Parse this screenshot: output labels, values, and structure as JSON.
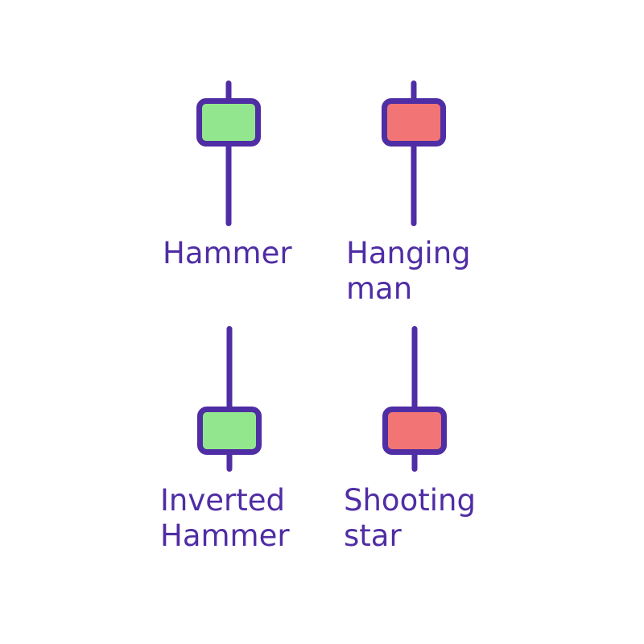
{
  "page": {
    "background": "#ffffff"
  },
  "colors": {
    "bullish": "#92E78E",
    "bearish": "#F27474",
    "outline": "#4F2DA4"
  },
  "patterns": [
    {
      "label": "Hammer",
      "kind": "bullish",
      "shadow": "lower"
    },
    {
      "label": "Hanging man",
      "kind": "bearish",
      "shadow": "lower"
    },
    {
      "label": "Inverted Hammer",
      "kind": "bullish",
      "shadow": "upper"
    },
    {
      "label": "Shooting star",
      "kind": "bearish",
      "shadow": "upper"
    }
  ]
}
